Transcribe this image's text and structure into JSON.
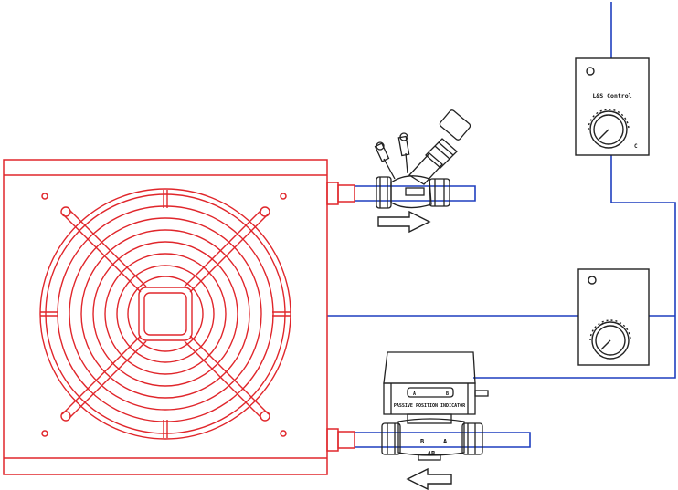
{
  "colors": {
    "heater": "#e0262b",
    "pipe": "#1f3fbf",
    "component": "#222222",
    "background": "#ffffff"
  },
  "controller_top": {
    "label": "L&S Control",
    "dial_marker": "C"
  },
  "controller_bottom": {
    "label": ""
  },
  "zone_valve": {
    "indicator_label": "PASSIVE POSITION INDICATOR",
    "indicator_port_a": "A",
    "indicator_port_b": "B",
    "port_b": "B",
    "port_a": "A",
    "port_ab": "AB"
  },
  "flow_arrows": {
    "top": "right",
    "bottom": "left"
  },
  "icons": [
    "fan-grille-icon",
    "balancing-valve-icon",
    "zone-valve-icon",
    "control-dial-icon",
    "flow-arrow-icon"
  ]
}
